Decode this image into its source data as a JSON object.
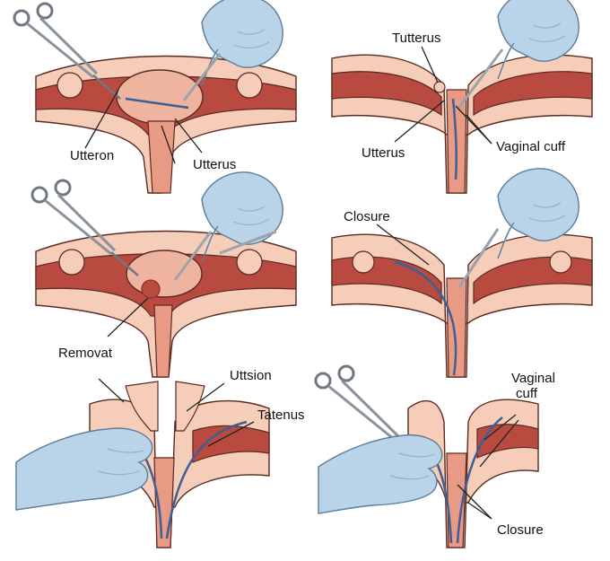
{
  "colors": {
    "tissue_light": "#f6cdb8",
    "tissue_mid": "#e89a84",
    "muscle": "#b84a40",
    "muscle_dark": "#8e2e2a",
    "outline": "#5a2a22",
    "glove": "#b9d3e8",
    "glove_shade": "#8fb2d0",
    "instrument": "#9aa3ab",
    "suture": "#3d5f95",
    "background": "#ffffff"
  },
  "icons": {
    "instrument": "hemostat-forceps-icon",
    "hand": "gloved-hand-icon"
  },
  "panels": [
    {
      "id": "panel-1",
      "labels": [
        "Utteron",
        "Utterus"
      ]
    },
    {
      "id": "panel-2",
      "labels": [
        "Tutterus",
        "Utterus",
        "Vaginal cuff"
      ]
    },
    {
      "id": "panel-3",
      "labels": [
        "Removat"
      ]
    },
    {
      "id": "panel-4",
      "labels": [
        "Closure"
      ]
    },
    {
      "id": "panel-5",
      "labels": [
        "Uttsion",
        "Tatenus"
      ]
    },
    {
      "id": "panel-6",
      "labels": [
        "Vaginal",
        "cuff",
        "Closure"
      ]
    }
  ]
}
